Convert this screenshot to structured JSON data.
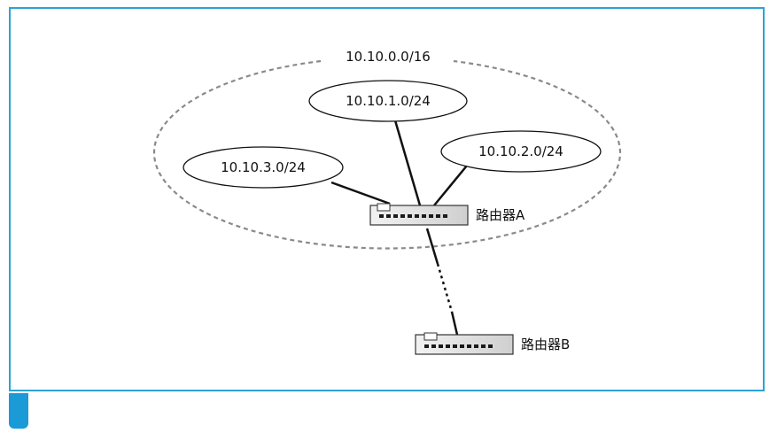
{
  "colors": {
    "frame": "#2ba3d6",
    "tab": "#1a9ad6",
    "dashed": "#8a8a8a",
    "line": "#111111",
    "router_fill": "#e6e6e6"
  },
  "supernet": {
    "label": "10.10.0.0/16"
  },
  "subnets": [
    {
      "label": "10.10.1.0/24"
    },
    {
      "label": "10.10.2.0/24"
    },
    {
      "label": "10.10.3.0/24"
    }
  ],
  "routers": [
    {
      "label": "路由器A"
    },
    {
      "label": "路由器B"
    }
  ]
}
